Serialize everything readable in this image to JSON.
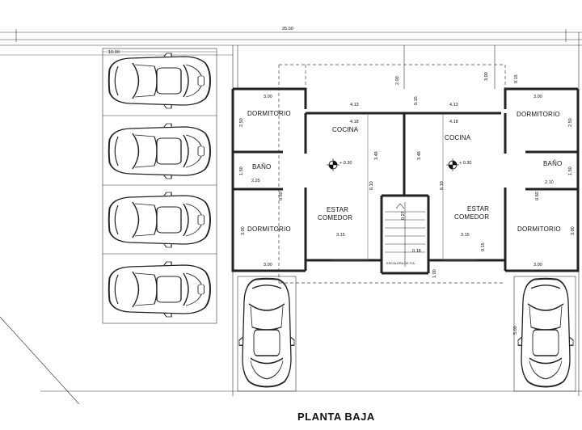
{
  "title": "PLANTA BAJA",
  "rooms": {
    "dormitorio": "DORMITORIO",
    "cocina": "COCINA",
    "bano": "BAÑO",
    "estar": "ESTAR",
    "comedor": "COMEDOR"
  },
  "stair_label": "ESCALERA DE P.A",
  "levels": {
    "level": "+ 0.30"
  },
  "dims": {
    "top_total": "25.00",
    "parking_width": "10.00",
    "d300": "3.00",
    "d200": "2.00",
    "d015": "0.15",
    "d413": "4.13",
    "d418": "4.18",
    "d250": "2.50",
    "d150": "1.50",
    "d225": "2.25",
    "d210": "2.10",
    "d060": "0.60",
    "d348": "3.48",
    "d610": "6.10",
    "d315": "3.15",
    "d100": "1.00",
    "d500": "5.00",
    "d027": "0.27",
    "d018": "0.18"
  }
}
